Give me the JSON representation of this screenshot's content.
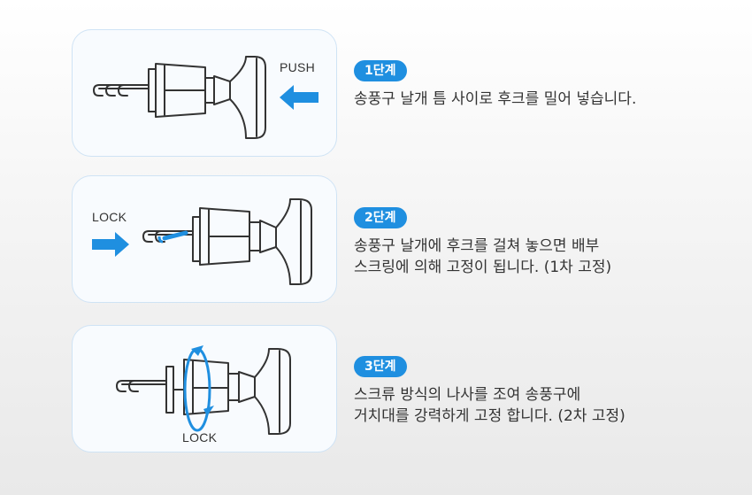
{
  "steps": [
    {
      "badge": "1단계",
      "lines": [
        "송풍구 날개 틈 사이로 후크를 밀어 넣습니다."
      ],
      "label": "PUSH"
    },
    {
      "badge": "2단계",
      "lines": [
        "송풍구 날개에 후크를 걸쳐 놓으면 배부",
        "스크링에 의해 고정이 됩니다. (1차 고정)"
      ],
      "label": "LOCK"
    },
    {
      "badge": "3단계",
      "lines": [
        "스크류 방식의 나사를 조여 송풍구에",
        "거치대를 강력하게 고정 합니다. (2차 고정)"
      ],
      "label": "LOCK"
    }
  ],
  "colors": {
    "accent": "#1f8fe0",
    "stroke": "#333333",
    "panel_border": "#cfe3f5"
  },
  "icons": [
    "arrow-left-icon",
    "arrow-right-icon",
    "rotate-icon"
  ]
}
